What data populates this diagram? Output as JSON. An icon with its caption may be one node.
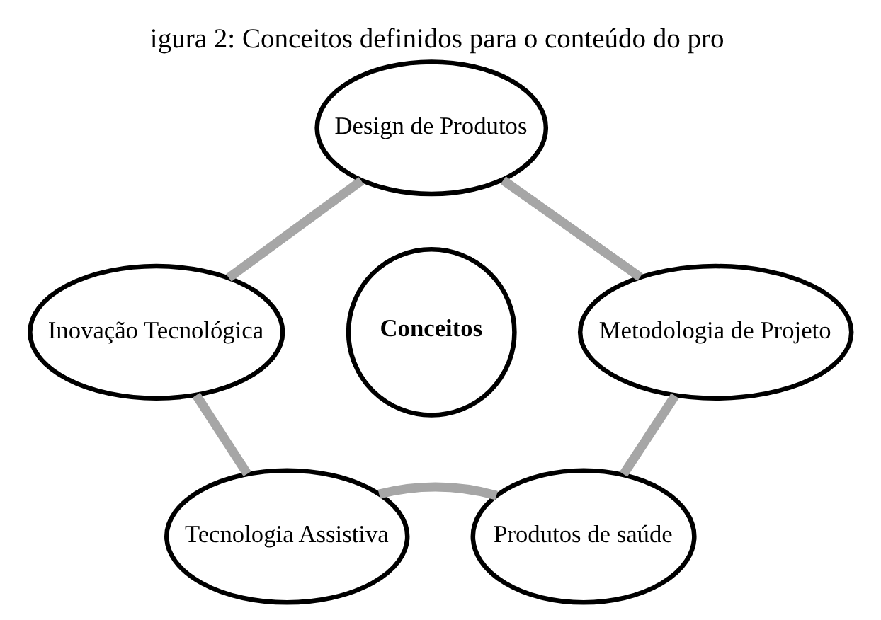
{
  "diagram": {
    "title": "igura 2: Conceitos definidos para o conteúdo do pro",
    "nodes": [
      {
        "text": [
          "Design de Produtos"
        ]
      },
      {
        "text": [
          "Inovação Tecnológica"
        ]
      },
      {
        "text": [
          "Conceitos"
        ]
      },
      {
        "text": [
          "Metodologia de Projeto"
        ]
      },
      {
        "text": [
          "Tecnologia Assistiva"
        ]
      },
      {
        "text": [
          "Produtos de saúde"
        ]
      }
    ],
    "edges": [
      {
        "from": 0,
        "to": 3,
        "arrow": "none"
      },
      {
        "from": 3,
        "to": 5,
        "arrow": "none"
      },
      {
        "from": 5,
        "to": 4,
        "arrow": "none"
      },
      {
        "from": 4,
        "to": 1,
        "arrow": "none"
      },
      {
        "from": 1,
        "to": 0,
        "arrow": "none"
      }
    ]
  }
}
